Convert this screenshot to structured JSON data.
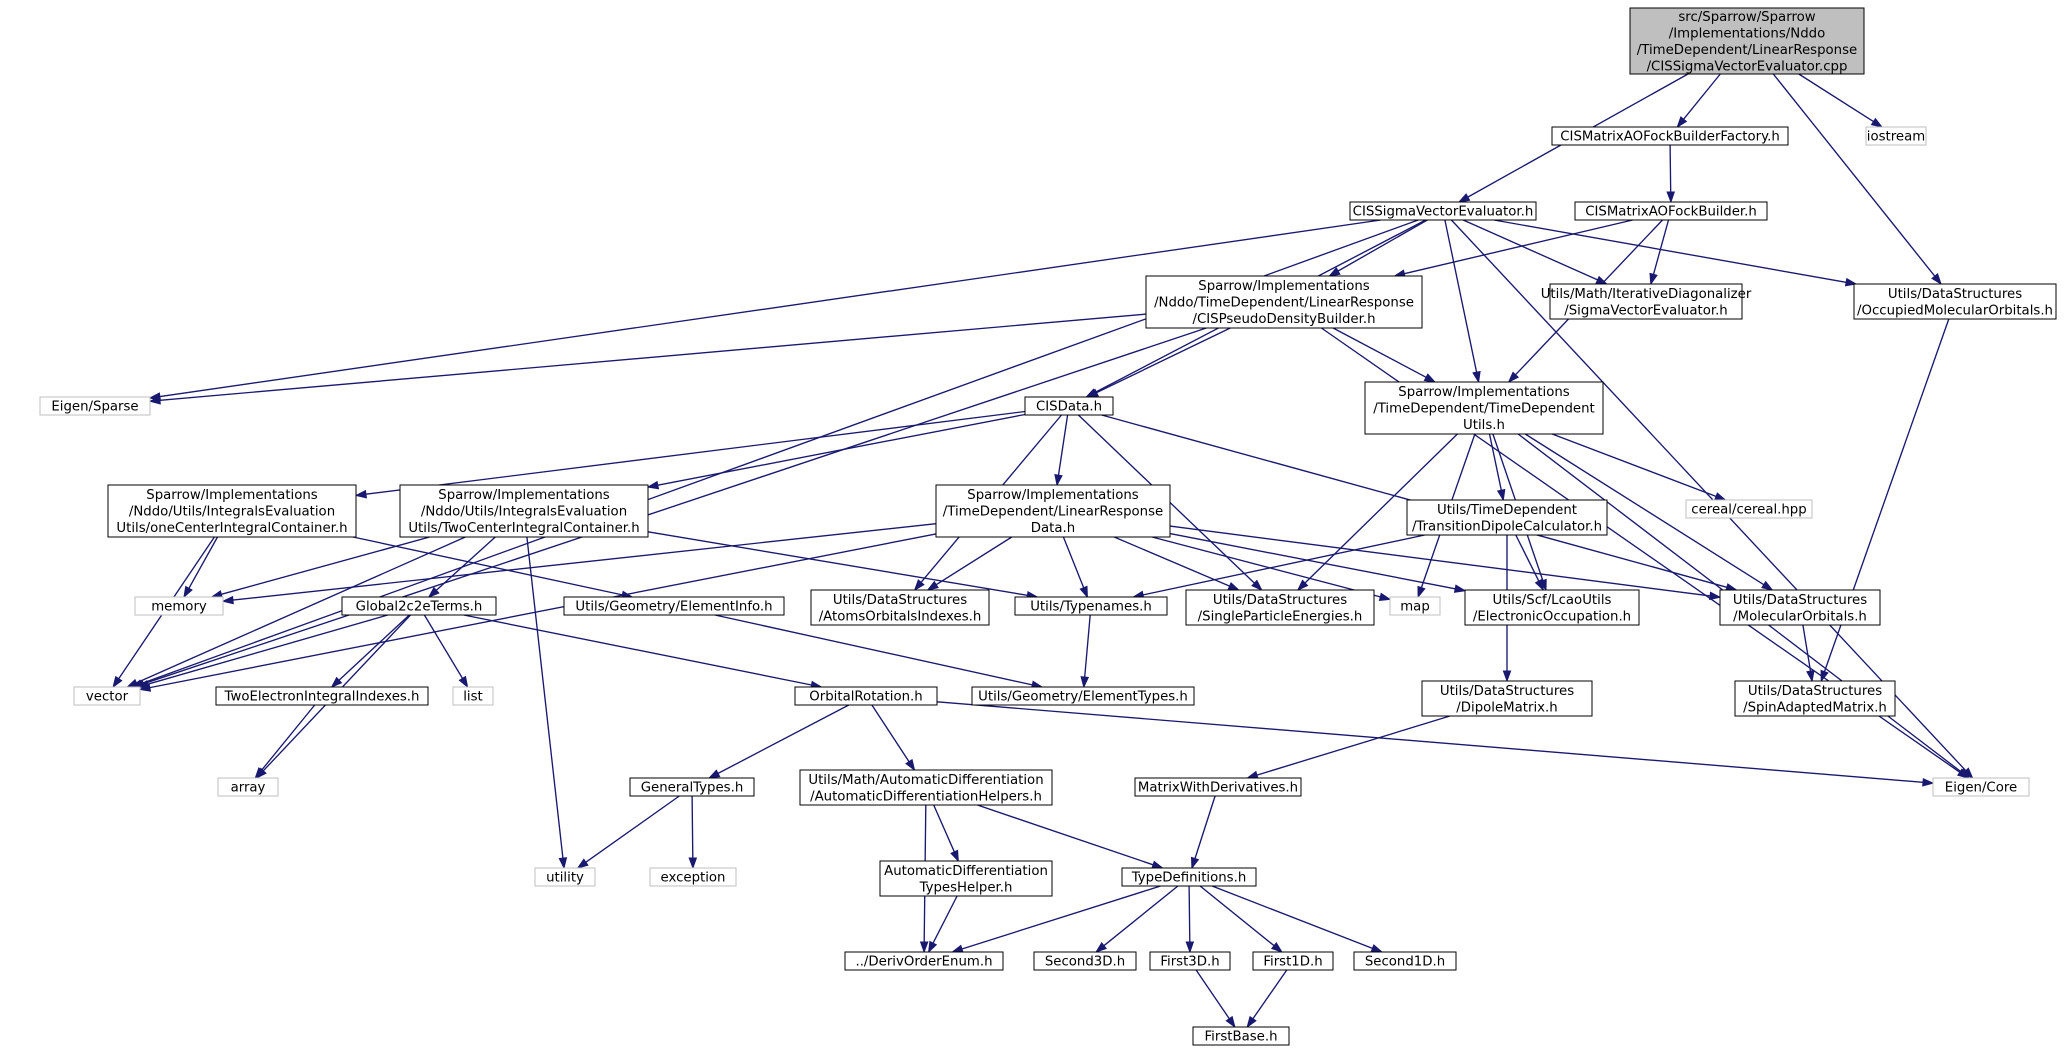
{
  "colors": {
    "edge": "#191970",
    "node_border": "#000000",
    "external_border": "#bfbfbf",
    "root_fill": "#bfbfbf",
    "fill": "#ffffff"
  },
  "nodes": [
    {
      "id": "root",
      "lines": [
        "src/Sparrow/Sparrow",
        "/Implementations/Nddo",
        "/TimeDependent/LinearResponse",
        "/CISSigmaVectorEvaluator.cpp"
      ],
      "style": "root"
    },
    {
      "id": "cisSigmaH",
      "lines": [
        "CISSigmaVectorEvaluator.h"
      ],
      "style": "normal"
    },
    {
      "id": "fockFactory",
      "lines": [
        "CISMatrixAOFockBuilderFactory.h"
      ],
      "style": "normal"
    },
    {
      "id": "iostream",
      "lines": [
        "iostream"
      ],
      "style": "external"
    },
    {
      "id": "fockBuilder",
      "lines": [
        "CISMatrixAOFockBuilder.h"
      ],
      "style": "normal"
    },
    {
      "id": "pseudoDensity",
      "lines": [
        "Sparrow/Implementations",
        "/Nddo/TimeDependent/LinearResponse",
        "/CISPseudoDensityBuilder.h"
      ],
      "style": "normal"
    },
    {
      "id": "sigmaEval",
      "lines": [
        "Utils/Math/IterativeDiagonalizer",
        "/SigmaVectorEvaluator.h"
      ],
      "style": "normal"
    },
    {
      "id": "occMO",
      "lines": [
        "Utils/DataStructures",
        "/OccupiedMolecularOrbitals.h"
      ],
      "style": "normal"
    },
    {
      "id": "eigenSparse",
      "lines": [
        "Eigen/Sparse"
      ],
      "style": "external"
    },
    {
      "id": "cisData",
      "lines": [
        "CISData.h"
      ],
      "style": "normal"
    },
    {
      "id": "tdUtils",
      "lines": [
        "Sparrow/Implementations",
        "/TimeDependent/TimeDependent",
        "Utils.h"
      ],
      "style": "normal"
    },
    {
      "id": "oneCenter",
      "lines": [
        "Sparrow/Implementations",
        "/Nddo/Utils/IntegralsEvaluation",
        "Utils/oneCenterIntegralContainer.h"
      ],
      "style": "normal"
    },
    {
      "id": "twoCenter",
      "lines": [
        "Sparrow/Implementations",
        "/Nddo/Utils/IntegralsEvaluation",
        "Utils/TwoCenterIntegralContainer.h"
      ],
      "style": "normal"
    },
    {
      "id": "lrData",
      "lines": [
        "Sparrow/Implementations",
        "/TimeDependent/LinearResponse",
        "Data.h"
      ],
      "style": "normal"
    },
    {
      "id": "cereal",
      "lines": [
        "cereal/cereal.hpp"
      ],
      "style": "external"
    },
    {
      "id": "transDipole",
      "lines": [
        "Utils/TimeDependent",
        "/TransitionDipoleCalculator.h"
      ],
      "style": "normal"
    },
    {
      "id": "memory",
      "lines": [
        "memory"
      ],
      "style": "external"
    },
    {
      "id": "global2c2e",
      "lines": [
        "Global2c2eTerms.h"
      ],
      "style": "normal"
    },
    {
      "id": "elementInfo",
      "lines": [
        "Utils/Geometry/ElementInfo.h"
      ],
      "style": "normal"
    },
    {
      "id": "atomsOrbIdx",
      "lines": [
        "Utils/DataStructures",
        "/AtomsOrbitalsIndexes.h"
      ],
      "style": "normal"
    },
    {
      "id": "typenames",
      "lines": [
        "Utils/Typenames.h"
      ],
      "style": "normal"
    },
    {
      "id": "spEnergies",
      "lines": [
        "Utils/DataStructures",
        "/SingleParticleEnergies.h"
      ],
      "style": "normal"
    },
    {
      "id": "map",
      "lines": [
        "map"
      ],
      "style": "external"
    },
    {
      "id": "elecOcc",
      "lines": [
        "Utils/Scf/LcaoUtils",
        "/ElectronicOccupation.h"
      ],
      "style": "normal"
    },
    {
      "id": "molOrbitals",
      "lines": [
        "Utils/DataStructures",
        "/MolecularOrbitals.h"
      ],
      "style": "normal"
    },
    {
      "id": "vector",
      "lines": [
        "vector"
      ],
      "style": "external"
    },
    {
      "id": "twoElecIdx",
      "lines": [
        "TwoElectronIntegralIndexes.h"
      ],
      "style": "normal"
    },
    {
      "id": "list",
      "lines": [
        "list"
      ],
      "style": "external"
    },
    {
      "id": "orbRot",
      "lines": [
        "OrbitalRotation.h"
      ],
      "style": "normal"
    },
    {
      "id": "elementTypes",
      "lines": [
        "Utils/Geometry/ElementTypes.h"
      ],
      "style": "normal"
    },
    {
      "id": "dipoleMatrix",
      "lines": [
        "Utils/DataStructures",
        "/DipoleMatrix.h"
      ],
      "style": "normal"
    },
    {
      "id": "spinAdapted",
      "lines": [
        "Utils/DataStructures",
        "/SpinAdaptedMatrix.h"
      ],
      "style": "normal"
    },
    {
      "id": "array",
      "lines": [
        "array"
      ],
      "style": "external"
    },
    {
      "id": "generalTypes",
      "lines": [
        "GeneralTypes.h"
      ],
      "style": "normal"
    },
    {
      "id": "autoDiffHelpers",
      "lines": [
        "Utils/Math/AutomaticDifferentiation",
        "/AutomaticDifferentiationHelpers.h"
      ],
      "style": "normal"
    },
    {
      "id": "matWithDeriv",
      "lines": [
        "MatrixWithDerivatives.h"
      ],
      "style": "normal"
    },
    {
      "id": "eigenCore",
      "lines": [
        "Eigen/Core"
      ],
      "style": "external"
    },
    {
      "id": "utility",
      "lines": [
        "utility"
      ],
      "style": "external"
    },
    {
      "id": "exception",
      "lines": [
        "exception"
      ],
      "style": "external"
    },
    {
      "id": "autoDiffTypes",
      "lines": [
        "AutomaticDifferentiation",
        "TypesHelper.h"
      ],
      "style": "normal"
    },
    {
      "id": "typeDefs",
      "lines": [
        "TypeDefinitions.h"
      ],
      "style": "normal"
    },
    {
      "id": "derivOrder",
      "lines": [
        "../DerivOrderEnum.h"
      ],
      "style": "normal"
    },
    {
      "id": "second3D",
      "lines": [
        "Second3D.h"
      ],
      "style": "normal"
    },
    {
      "id": "first3D",
      "lines": [
        "First3D.h"
      ],
      "style": "normal"
    },
    {
      "id": "first1D",
      "lines": [
        "First1D.h"
      ],
      "style": "normal"
    },
    {
      "id": "second1D",
      "lines": [
        "Second1D.h"
      ],
      "style": "normal"
    },
    {
      "id": "firstBase",
      "lines": [
        "FirstBase.h"
      ],
      "style": "normal"
    }
  ],
  "edges": [
    [
      "root",
      "cisSigmaH"
    ],
    [
      "root",
      "fockFactory"
    ],
    [
      "root",
      "iostream"
    ],
    [
      "root",
      "occMO"
    ],
    [
      "fockFactory",
      "fockBuilder"
    ],
    [
      "fockBuilder",
      "pseudoDensity"
    ],
    [
      "fockBuilder",
      "sigmaEval"
    ],
    [
      "fockBuilder",
      "tdUtils"
    ],
    [
      "cisSigmaH",
      "pseudoDensity"
    ],
    [
      "cisSigmaH",
      "sigmaEval"
    ],
    [
      "cisSigmaH",
      "occMO"
    ],
    [
      "cisSigmaH",
      "eigenSparse"
    ],
    [
      "cisSigmaH",
      "cisData"
    ],
    [
      "cisSigmaH",
      "tdUtils"
    ],
    [
      "cisSigmaH",
      "vector"
    ],
    [
      "cisSigmaH",
      "eigenCore"
    ],
    [
      "pseudoDensity",
      "eigenSparse"
    ],
    [
      "pseudoDensity",
      "cisData"
    ],
    [
      "pseudoDensity",
      "tdUtils"
    ],
    [
      "pseudoDensity",
      "vector"
    ],
    [
      "pseudoDensity",
      "eigenCore"
    ],
    [
      "occMO",
      "spinAdapted"
    ],
    [
      "cisData",
      "oneCenter"
    ],
    [
      "cisData",
      "twoCenter"
    ],
    [
      "cisData",
      "lrData"
    ],
    [
      "cisData",
      "atomsOrbIdx"
    ],
    [
      "cisData",
      "spEnergies"
    ],
    [
      "cisData",
      "molOrbitals"
    ],
    [
      "tdUtils",
      "cereal"
    ],
    [
      "tdUtils",
      "transDipole"
    ],
    [
      "tdUtils",
      "spEnergies"
    ],
    [
      "tdUtils",
      "map"
    ],
    [
      "tdUtils",
      "elecOcc"
    ],
    [
      "tdUtils",
      "molOrbitals"
    ],
    [
      "tdUtils",
      "eigenCore"
    ],
    [
      "oneCenter",
      "memory"
    ],
    [
      "oneCenter",
      "vector"
    ],
    [
      "oneCenter",
      "elementInfo"
    ],
    [
      "twoCenter",
      "memory"
    ],
    [
      "twoCenter",
      "vector"
    ],
    [
      "twoCenter",
      "global2c2e"
    ],
    [
      "twoCenter",
      "typenames"
    ],
    [
      "twoCenter",
      "utility"
    ],
    [
      "lrData",
      "memory"
    ],
    [
      "lrData",
      "vector"
    ],
    [
      "lrData",
      "atomsOrbIdx"
    ],
    [
      "lrData",
      "typenames"
    ],
    [
      "lrData",
      "spEnergies"
    ],
    [
      "lrData",
      "map"
    ],
    [
      "lrData",
      "elecOcc"
    ],
    [
      "lrData",
      "molOrbitals"
    ],
    [
      "transDipole",
      "typenames"
    ],
    [
      "transDipole",
      "elecOcc"
    ],
    [
      "transDipole",
      "dipoleMatrix"
    ],
    [
      "global2c2e",
      "vector"
    ],
    [
      "global2c2e",
      "twoElecIdx"
    ],
    [
      "global2c2e",
      "list"
    ],
    [
      "global2c2e",
      "orbRot"
    ],
    [
      "global2c2e",
      "array"
    ],
    [
      "elementInfo",
      "elementTypes"
    ],
    [
      "typenames",
      "elementTypes"
    ],
    [
      "molOrbitals",
      "spinAdapted"
    ],
    [
      "twoElecIdx",
      "array"
    ],
    [
      "orbRot",
      "generalTypes"
    ],
    [
      "orbRot",
      "autoDiffHelpers"
    ],
    [
      "orbRot",
      "eigenCore"
    ],
    [
      "dipoleMatrix",
      "matWithDeriv"
    ],
    [
      "generalTypes",
      "utility"
    ],
    [
      "generalTypes",
      "exception"
    ],
    [
      "autoDiffHelpers",
      "autoDiffTypes"
    ],
    [
      "autoDiffHelpers",
      "typeDefs"
    ],
    [
      "autoDiffHelpers",
      "derivOrder"
    ],
    [
      "matWithDeriv",
      "typeDefs"
    ],
    [
      "autoDiffTypes",
      "derivOrder"
    ],
    [
      "typeDefs",
      "derivOrder"
    ],
    [
      "typeDefs",
      "second3D"
    ],
    [
      "typeDefs",
      "first3D"
    ],
    [
      "typeDefs",
      "first1D"
    ],
    [
      "typeDefs",
      "second1D"
    ],
    [
      "first3D",
      "firstBase"
    ],
    [
      "first1D",
      "firstBase"
    ]
  ]
}
